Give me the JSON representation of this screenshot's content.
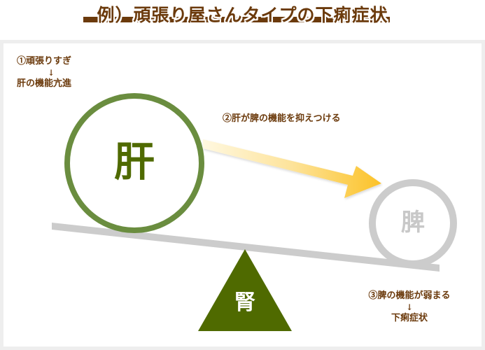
{
  "title": "例）頑張り屋さんタイプの下痢症状",
  "steps": {
    "step1": {
      "line1": "①頑張りすぎ",
      "arrow": "↓",
      "line2": "肝の機能亢進"
    },
    "step2": {
      "text": "②肝が脾の機能を抑えつける"
    },
    "step3": {
      "line1": "③脾の機能が弱まる",
      "arrow": "↓",
      "line2": "下痢症状"
    }
  },
  "organs": {
    "liver": {
      "label": "肝",
      "color": "#4f6a00",
      "ring_color": "#6a8d3f"
    },
    "spleen": {
      "label": "脾",
      "color": "#cccccc",
      "ring_color": "#cccccc"
    },
    "kidney": {
      "label": "腎",
      "color": "#ffffff",
      "fill_color": "#4f6a00"
    }
  },
  "colors": {
    "title_brown": "#6b3a0c",
    "arrow_start": "#fff8e0",
    "arrow_end": "#fcc227",
    "beam": "#cccccc",
    "frame": "#eeeeee"
  }
}
